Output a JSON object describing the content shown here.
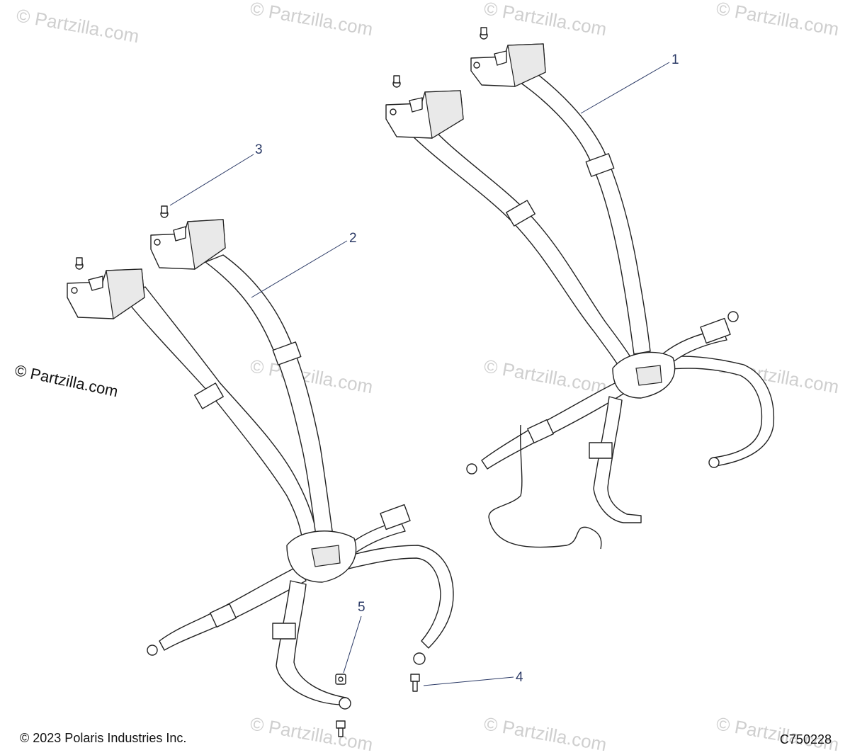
{
  "watermark": "© Partzilla.com",
  "copyright_side": "© Partzilla.com",
  "footer": {
    "copyright": "© 2023 Polaris Industries Inc.",
    "diagram_code": "C750228"
  },
  "callouts": [
    "1",
    "2",
    "3",
    "4",
    "5"
  ]
}
